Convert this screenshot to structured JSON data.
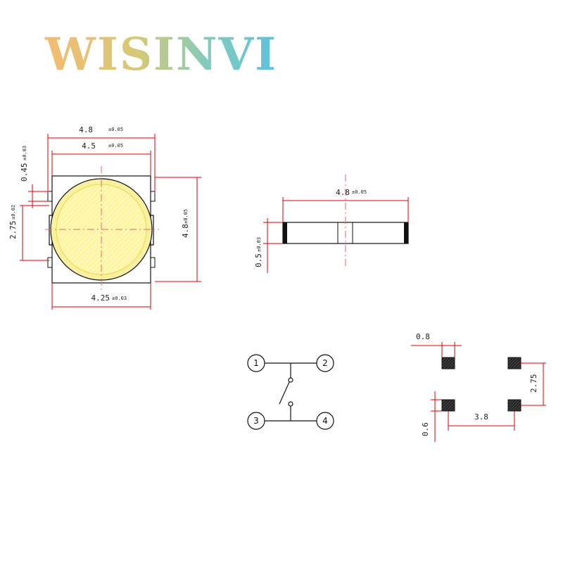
{
  "brand": {
    "logo_text": "WISINVI",
    "gradient": [
      "#f2b05a",
      "#cfc060",
      "#6ec3b0",
      "#3fb8d8"
    ]
  },
  "colors": {
    "outline": "#111111",
    "dimension": "#e00000",
    "centerline": "#e06a6a",
    "button_fill": "#fff5a0",
    "button_ring": "#f2e04a",
    "pad_fill": "#333333"
  },
  "top_view": {
    "dims": {
      "overall_width": {
        "value": "4.8",
        "tol": "±0.05"
      },
      "inner_width": {
        "value": "4.5",
        "tol": "±0.05"
      },
      "tab_height": {
        "value": "0.45",
        "tol": "±0.03"
      },
      "tab_spacing": {
        "value": "2.75",
        "tol": "±0.02"
      },
      "overall_height": {
        "value": "4.8",
        "tol": "±0.05"
      },
      "body_width": {
        "value": "4.25",
        "tol": "±0.03"
      }
    }
  },
  "side_view": {
    "dims": {
      "length": {
        "value": "4.8",
        "tol": "±0.05"
      },
      "thickness": {
        "value": "0.5",
        "tol": "±0.03"
      }
    }
  },
  "schematic": {
    "pins": [
      "1",
      "2",
      "3",
      "4"
    ]
  },
  "footprint": {
    "dims": {
      "pad_width": "0.8",
      "pad_pitch_y": "2.75",
      "pad_pitch_x": "3.8",
      "pad_height": "0.6"
    }
  }
}
